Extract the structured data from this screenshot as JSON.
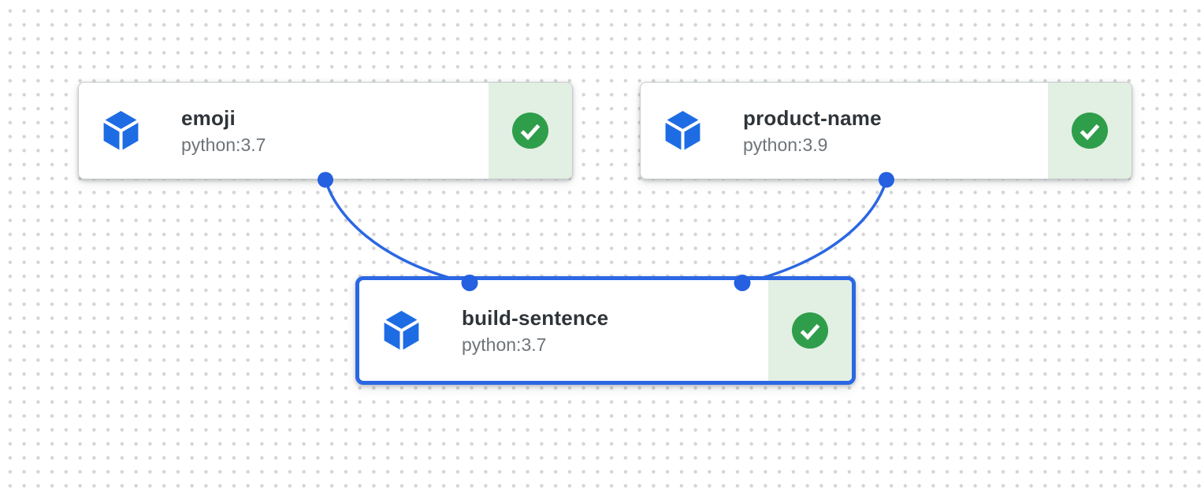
{
  "view": {
    "name": "pipeline-dag-graph",
    "background_pattern": "dot-grid"
  },
  "nodes": [
    {
      "id": "emoji",
      "title": "emoji",
      "subtitle": "python:3.7",
      "icon": "component-cube-icon",
      "status": "succeeded",
      "status_icon": "success-check-icon",
      "selected": false
    },
    {
      "id": "product-name",
      "title": "product-name",
      "subtitle": "python:3.9",
      "icon": "component-cube-icon",
      "status": "succeeded",
      "status_icon": "success-check-icon",
      "selected": false
    },
    {
      "id": "build-sentence",
      "title": "build-sentence",
      "subtitle": "python:3.7",
      "icon": "component-cube-icon",
      "status": "succeeded",
      "status_icon": "success-check-icon",
      "selected": true
    }
  ],
  "edges": [
    {
      "from": "emoji",
      "to": "build-sentence"
    },
    {
      "from": "product-name",
      "to": "build-sentence"
    }
  ],
  "colors": {
    "accent_blue": "#2b67e3",
    "cube_blue": "#1e6ce4",
    "status_green": "#2e9e4a",
    "status_bg_green": "#e2efe3",
    "title_text": "#2f3439",
    "subtitle_text": "#6e7479",
    "card_border": "#c7cbce",
    "grid_dot": "#d4d4d6"
  }
}
